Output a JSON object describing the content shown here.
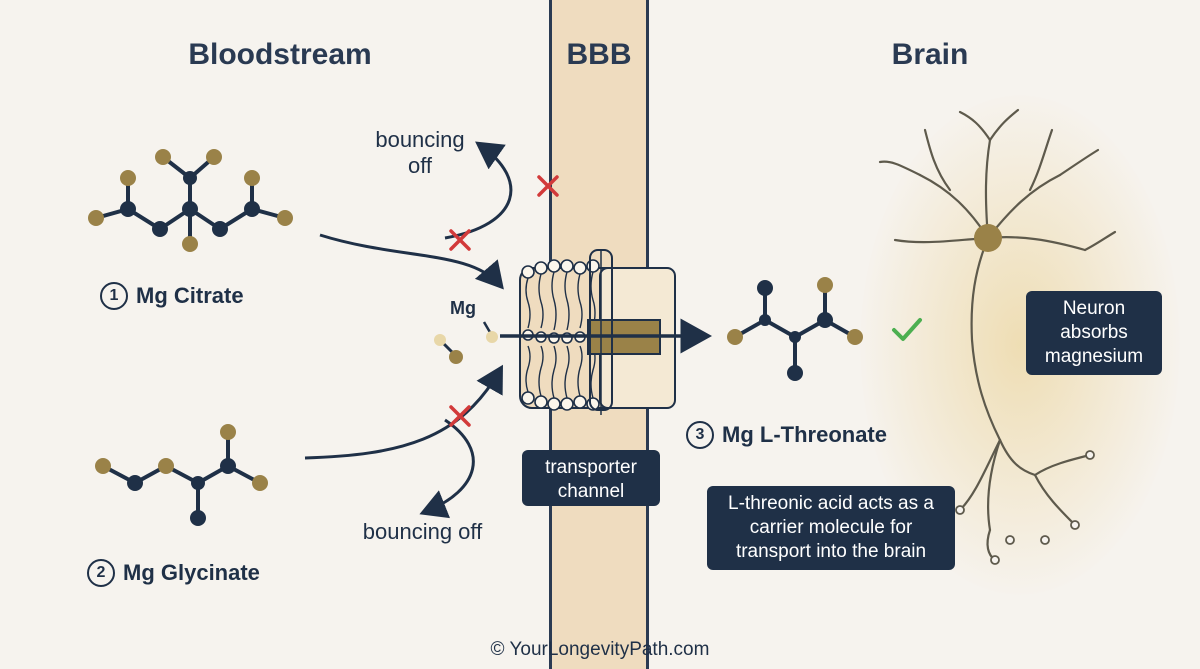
{
  "headings": {
    "bloodstream": "Bloodstream",
    "bbb": "BBB",
    "brain": "Brain"
  },
  "molecules": {
    "citrate": {
      "number": "1",
      "label": "Mg Citrate"
    },
    "glycinate": {
      "number": "2",
      "label": "Mg Glycinate"
    },
    "threonate": {
      "number": "3",
      "label": "Mg L-Threonate"
    }
  },
  "annotations": {
    "bouncing_off_top_line1": "bouncing",
    "bouncing_off_top_line2": "off",
    "bouncing_off_bottom": "bouncing off",
    "mg_label": "Mg"
  },
  "boxes": {
    "transporter_line1": "transporter",
    "transporter_line2": "channel",
    "carrier_line1": "L-threonic acid acts as a",
    "carrier_line2": "carrier molecule for",
    "carrier_line3": "transport into the brain",
    "neuron_line1": "Neuron",
    "neuron_line2": "absorbs",
    "neuron_line3": "magnesium"
  },
  "footer": "© YourLongevityPath.com",
  "colors": {
    "navy": "#1f3047",
    "gold": "#9a8248",
    "bbb_band": "#efdcbf",
    "cross_red": "#d23a3a",
    "check_green": "#4caf50"
  }
}
